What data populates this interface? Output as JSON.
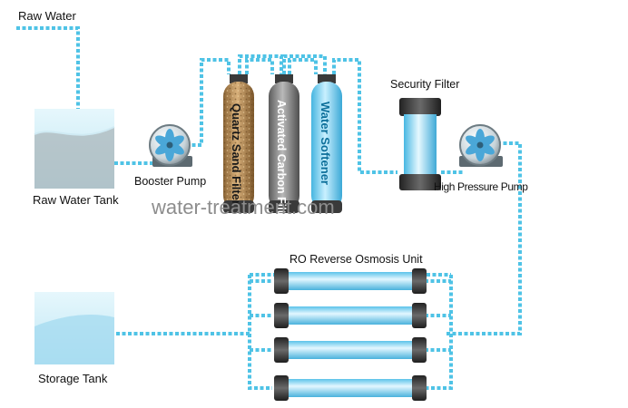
{
  "labels": {
    "raw_water": "Raw Water",
    "raw_water_tank": "Raw Water Tank",
    "booster_pump": "Booster Pump",
    "quartz_sand_filter": "Quartz Sand Filter",
    "activated_carbon_filter": "Activated Carbon Filter",
    "water_softener": "Water Softener",
    "security_filter": "Security Filter",
    "high_pressure_pump": "High Pressure Pump",
    "ro_unit": "RO Reverse Osmosis Unit",
    "storage_tank": "Storage Tank"
  },
  "watermark": "water-treatment.com",
  "colors": {
    "pipe": "#4fc3e6",
    "tank_water": "#cdeef8",
    "quartz": "#b48a52",
    "carbon": "#8a8a8a",
    "softener": "#7fd3f0",
    "membrane": "#9ad9f2",
    "cap": "#3a3a3a"
  },
  "icons": {
    "pump": "pump-icon",
    "filter_vessel": "vessel-icon",
    "membrane": "membrane-icon",
    "tank": "tank-icon"
  }
}
